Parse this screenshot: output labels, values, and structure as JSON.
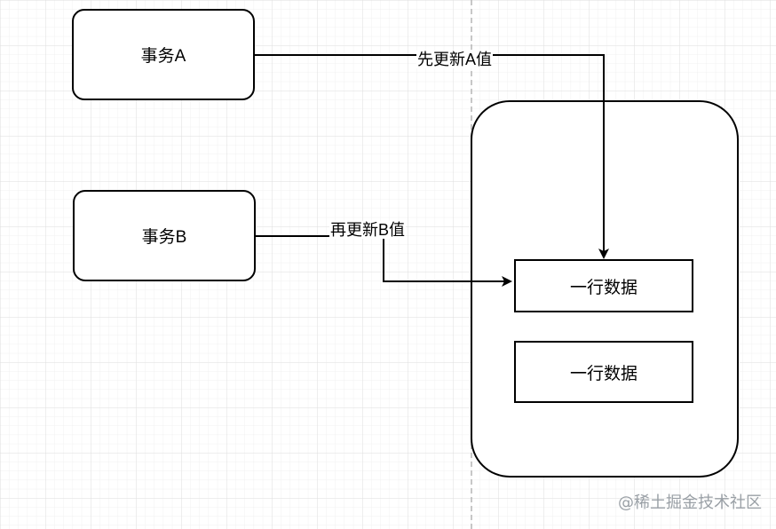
{
  "diagram": {
    "nodes": {
      "txn_a": "事务A",
      "txn_b": "事务B",
      "row_1": "一行数据",
      "row_2": "一行数据"
    },
    "edges": {
      "a_to_row": "先更新A值",
      "b_to_row": "再更新B值"
    }
  },
  "watermark": "@稀土掘金技术社区"
}
